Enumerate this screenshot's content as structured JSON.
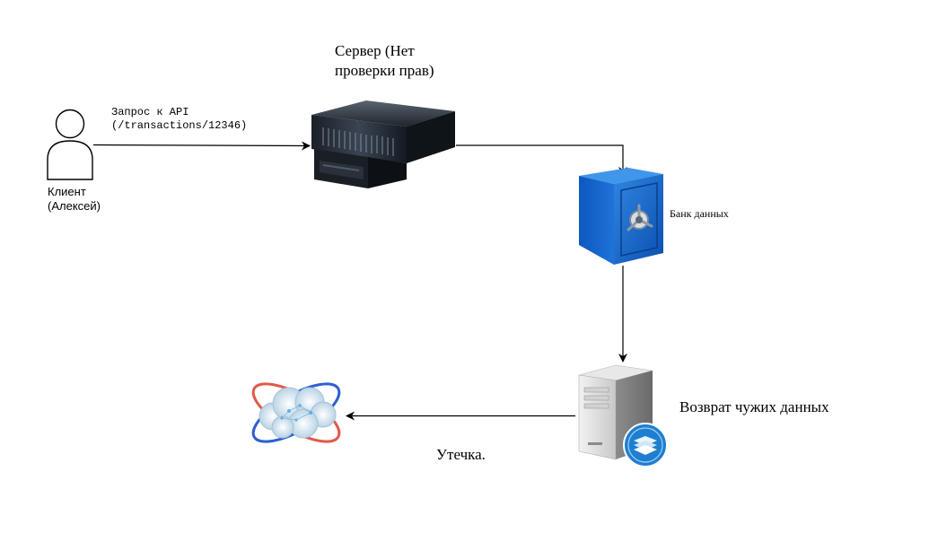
{
  "nodes": {
    "client": {
      "label": "Клиент\n(Алексей)"
    },
    "server": {
      "label": "Сервер (Нет\nпроверки прав)"
    },
    "bank": {
      "label": "Банк данных"
    },
    "return_server": {
      "label": "Возврат чужих данных"
    },
    "leak": {
      "label": "Утечка."
    }
  },
  "edges": {
    "client_to_server": {
      "label": "Запрос к API\n(/transactions/12346)"
    }
  }
}
